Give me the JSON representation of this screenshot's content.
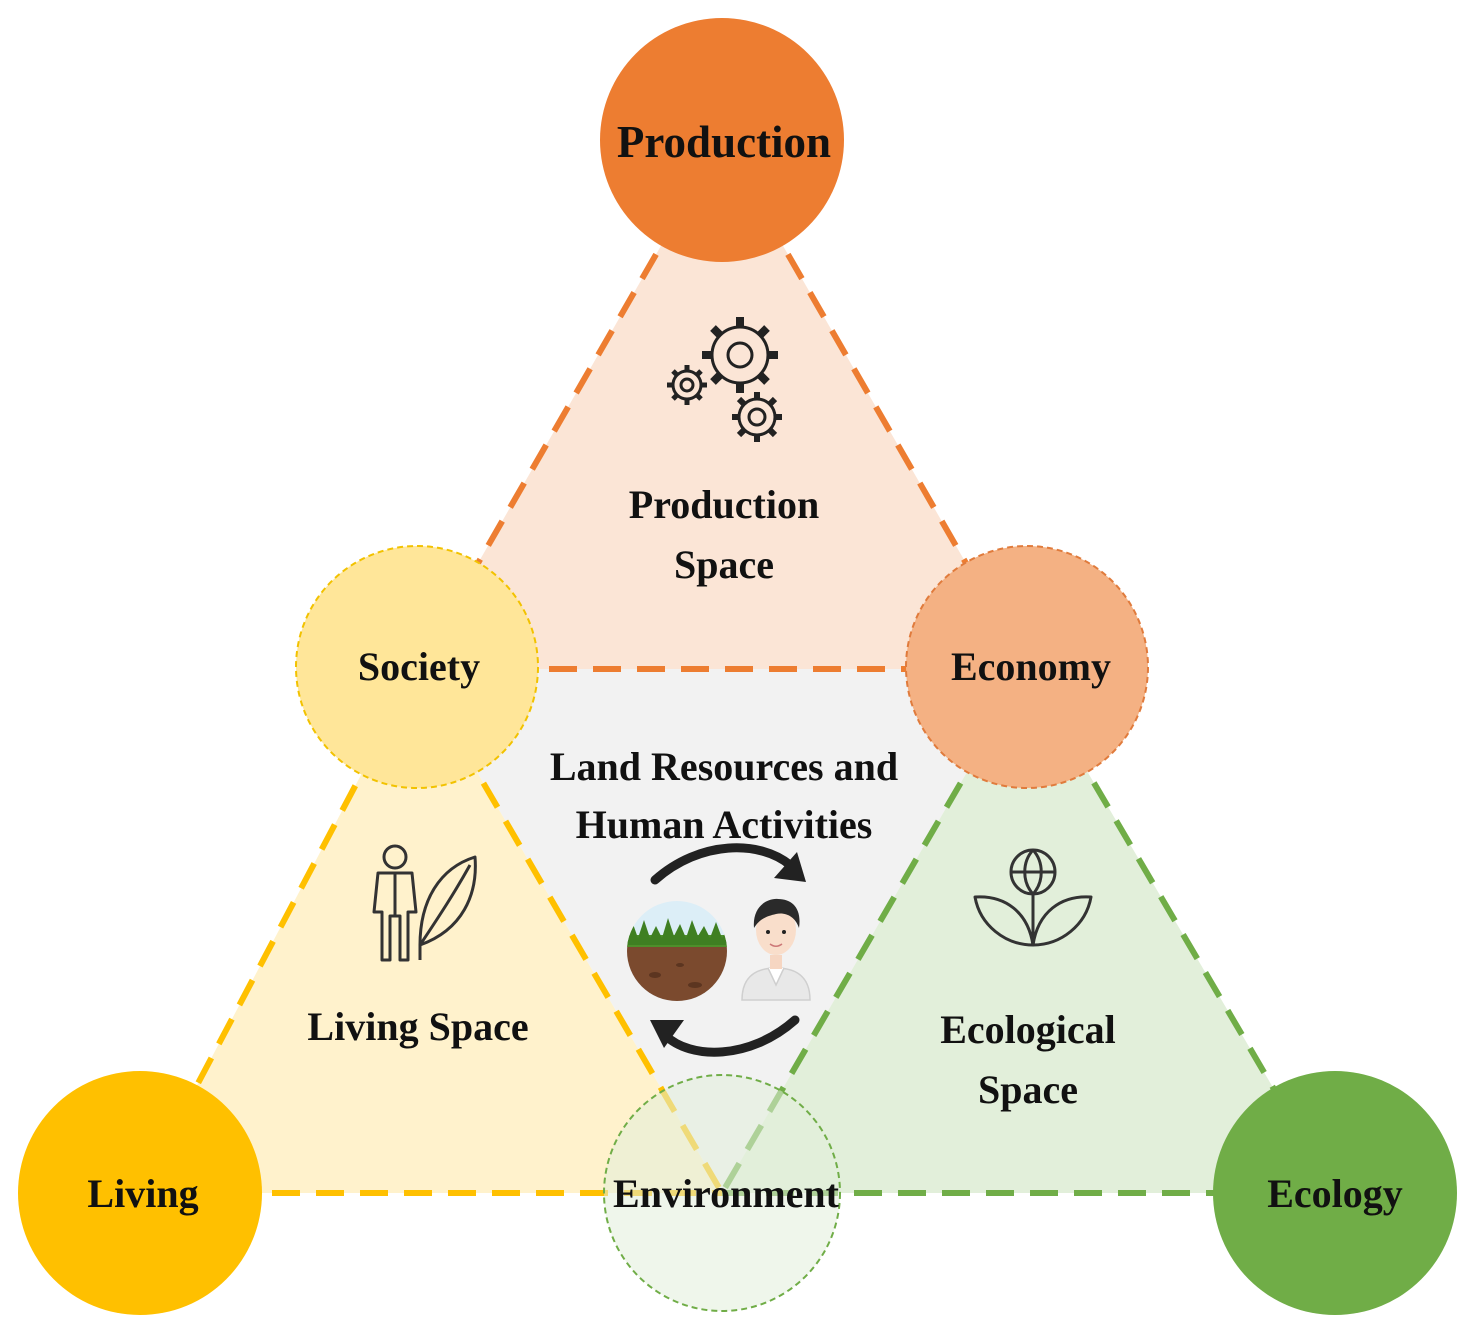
{
  "nodes": {
    "production": "Production",
    "society": "Society",
    "economy": "Economy",
    "living": "Living",
    "environment": "Environment",
    "ecology": "Ecology"
  },
  "spaces": {
    "production": [
      "Production",
      "Space"
    ],
    "living": "Living Space",
    "ecological": [
      "Ecological",
      "Space"
    ]
  },
  "center": {
    "line1": "Land Resources and",
    "line2": "Human Activities"
  },
  "colors": {
    "production": "#ED7D31",
    "production_fill": "#FBE5D6",
    "economy": "#F4B183",
    "society": "#FFE699",
    "living": "#FFC000",
    "living_fill": "#FFF2CC",
    "ecology": "#70AD47",
    "ecology_fill": "#E2EFDA",
    "environment": "#E2EFDA",
    "center_fill": "#F2F2F2"
  },
  "icons": {
    "production": "gears-icon",
    "living": "person-leaf-icon",
    "ecological": "globe-plant-icon",
    "center_left": "soil-icon",
    "center_right": "person-avatar-icon",
    "cycle": "cycle-arrows-icon"
  }
}
